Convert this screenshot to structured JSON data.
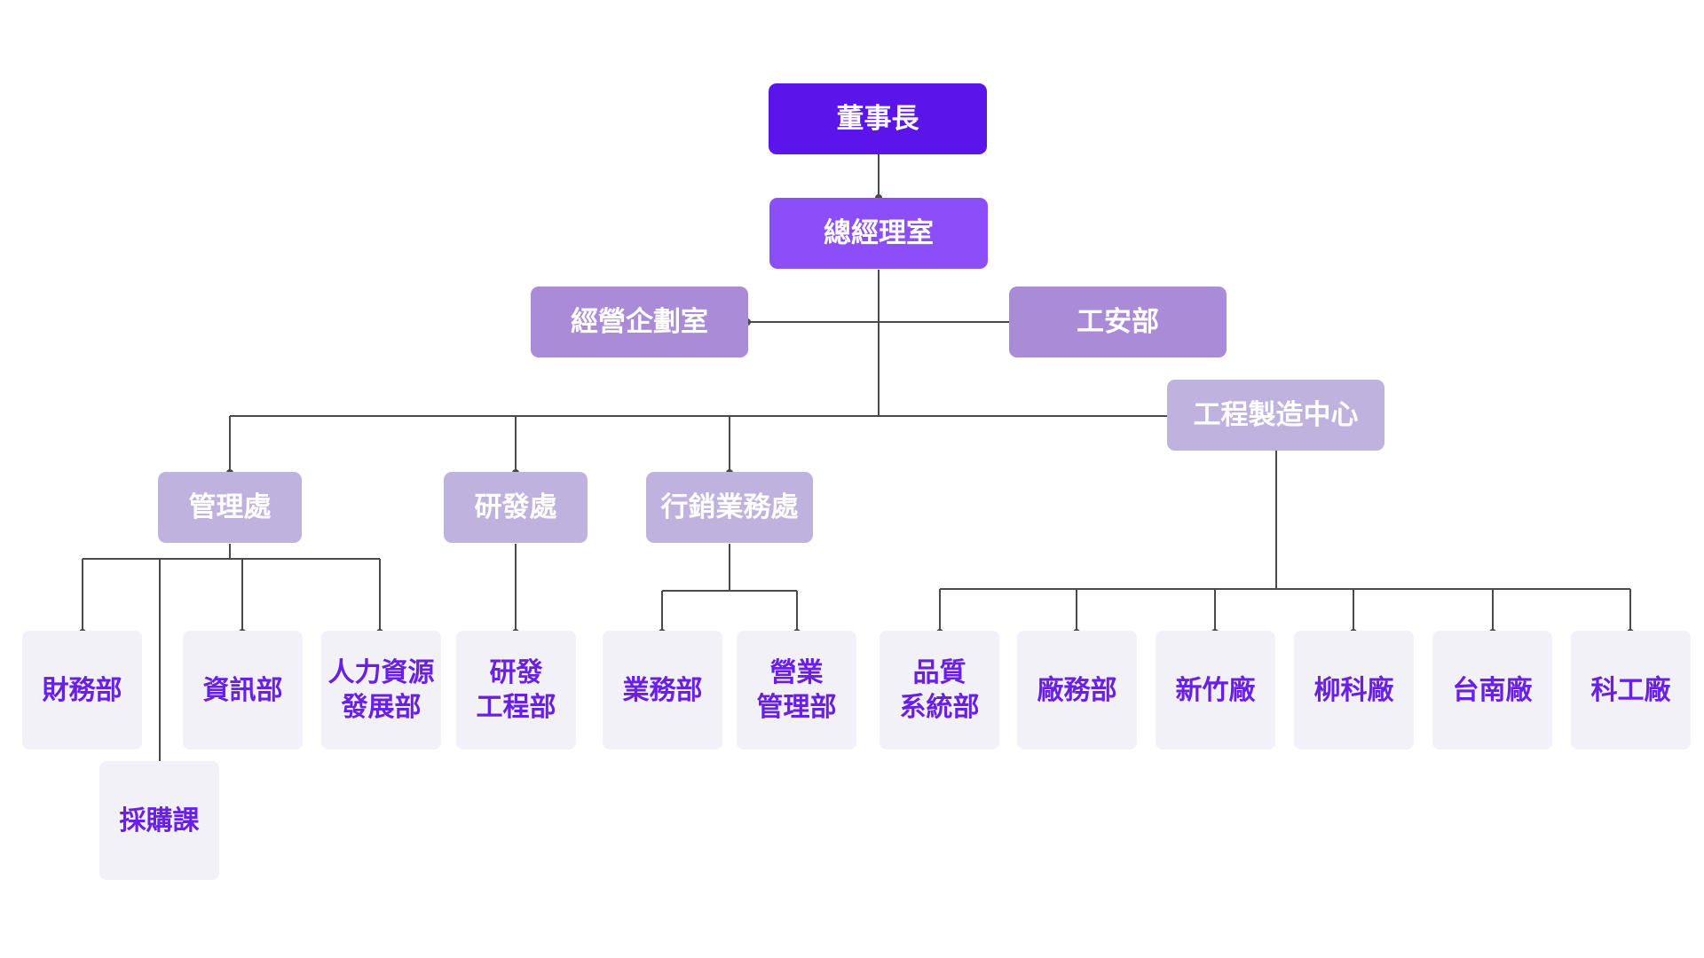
{
  "colors": {
    "chairman": "#5b14ea",
    "gm_office": "#8c4ef8",
    "staff": "#a98bd8",
    "division": "#bfb2df",
    "leaf_bg": "#f2f1f7",
    "leaf_text": "#6a1fe6",
    "connector": "#4a4a4a"
  },
  "nodes": {
    "chairman": "董事長",
    "gm_office": "總經理室",
    "planning_office": "經營企劃室",
    "safety_dept": "工安部",
    "engineering_center": "工程製造中心",
    "management_div": "管理處",
    "rd_div": "研發處",
    "sales_div": "行銷業務處",
    "finance": "財務部",
    "procurement": "採購課",
    "it": "資訊部",
    "hr_line1": "人力資源",
    "hr_line2": "發展部",
    "rd_eng_line1": "研發",
    "rd_eng_line2": "工程部",
    "sales_dept": "業務部",
    "sales_mgmt_line1": "營業",
    "sales_mgmt_line2": "管理部",
    "quality_line1": "品質",
    "quality_line2": "系統部",
    "plant_affairs": "廠務部",
    "hsinchu_plant": "新竹廠",
    "liouke_plant": "柳科廠",
    "tainan_plant": "台南廠",
    "kegong_plant": "科工廠"
  }
}
